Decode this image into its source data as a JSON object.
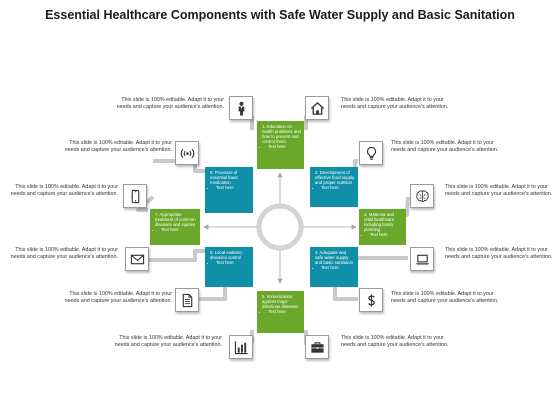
{
  "title": "Essential Healthcare Components with Safe Water Supply and Basic Sanitation",
  "note_text": "This slide is 100% editable. Adapt it to your needs and capture your audience's attention.",
  "bullet_text": "Text here",
  "colors": {
    "green": "#6aa82b",
    "blue": "#0f8fa8",
    "connector": "#c9c9c9"
  },
  "components": [
    {
      "id": 1,
      "label": "1. Education on health problems and how to prevent and control them",
      "color": "green"
    },
    {
      "id": 2,
      "label": "2. Development of effective food supply and proper nutrition",
      "color": "blue"
    },
    {
      "id": 3,
      "label": "3. Maternal and child healthcare including family planning",
      "color": "green"
    },
    {
      "id": 4,
      "label": "4. Adequate and safe water supply and basic sanitation",
      "color": "blue"
    },
    {
      "id": 5,
      "label": "5. Immunization against major infectious diseases",
      "color": "green"
    },
    {
      "id": 6,
      "label": "6. Local endemic diseases control",
      "color": "blue"
    },
    {
      "id": 7,
      "label": "7. Appropriate treatment of common diseases and injuries",
      "color": "green"
    },
    {
      "id": 8,
      "label": "8. Provision of essential basic medication",
      "color": "blue"
    }
  ],
  "icons": [
    {
      "name": "person-icon"
    },
    {
      "name": "home-icon"
    },
    {
      "name": "wireless-signal-icon"
    },
    {
      "name": "light-bulb-icon"
    },
    {
      "name": "mobile-phone-icon"
    },
    {
      "name": "brain-icon"
    },
    {
      "name": "envelope-icon"
    },
    {
      "name": "laptop-icon"
    },
    {
      "name": "document-icon"
    },
    {
      "name": "dollar-coin-icon"
    },
    {
      "name": "bar-chart-icon"
    },
    {
      "name": "briefcase-icon"
    }
  ]
}
